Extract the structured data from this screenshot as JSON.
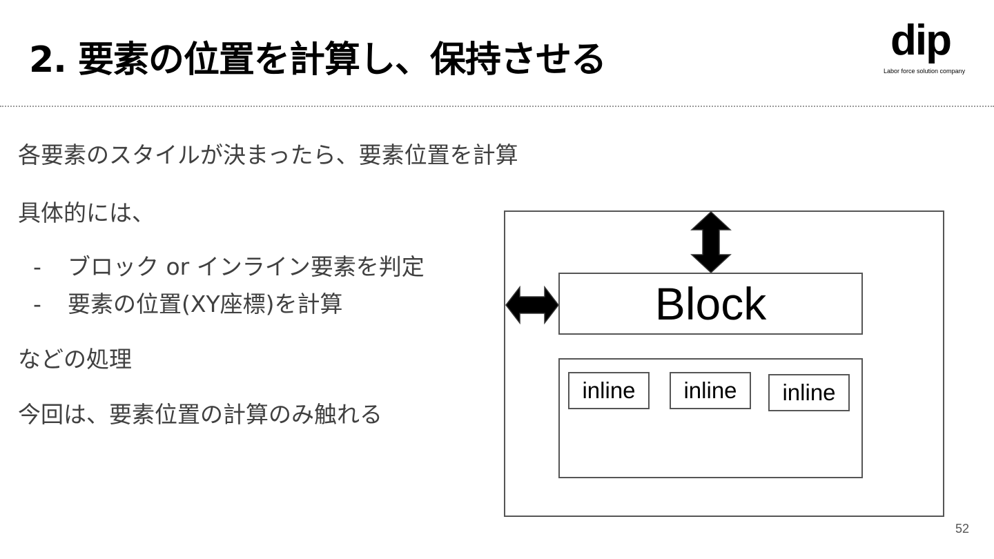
{
  "slide": {
    "title": "2. 要素の位置を計算し、保持させる",
    "page_number": "52"
  },
  "logo": {
    "wordmark": "dip",
    "tagline": "Labor force solution company"
  },
  "content": {
    "line1": "各要素のスタイルが決まったら、要素位置を計算",
    "line2": "具体的には、",
    "bullets": [
      {
        "dash": "-",
        "text": "ブロック or インライン要素を判定"
      },
      {
        "dash": "-",
        "text": "要素の位置(XY座標)を計算"
      }
    ],
    "line3": "などの処理",
    "line4": "今回は、要素位置の計算のみ触れる"
  },
  "diagram": {
    "block_label": "Block",
    "inline_labels": [
      "inline",
      "inline",
      "inline"
    ]
  }
}
